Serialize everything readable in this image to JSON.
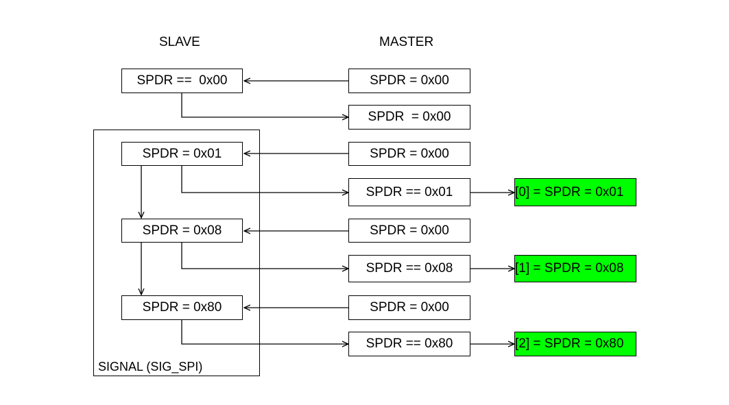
{
  "headers": {
    "slave": "SLAVE",
    "master": "MASTER"
  },
  "group_label": "SIGNAL (SIG_SPI)",
  "slave_boxes": [
    "SPDR ==  0x00",
    "SPDR = 0x01",
    "SPDR = 0x08",
    "SPDR = 0x80"
  ],
  "master_boxes": [
    "SPDR = 0x00",
    "SPDR  = 0x00",
    "SPDR = 0x00",
    "SPDR == 0x01",
    "SPDR = 0x00",
    "SPDR == 0x08",
    "SPDR = 0x00",
    "SPDR == 0x80"
  ],
  "result_boxes": [
    "[0] = SPDR = 0x01",
    "[1] = SPDR = 0x08",
    "[2] = SPDR = 0x80"
  ],
  "colors": {
    "result_fill": "#00ff00",
    "stroke": "#000000"
  }
}
